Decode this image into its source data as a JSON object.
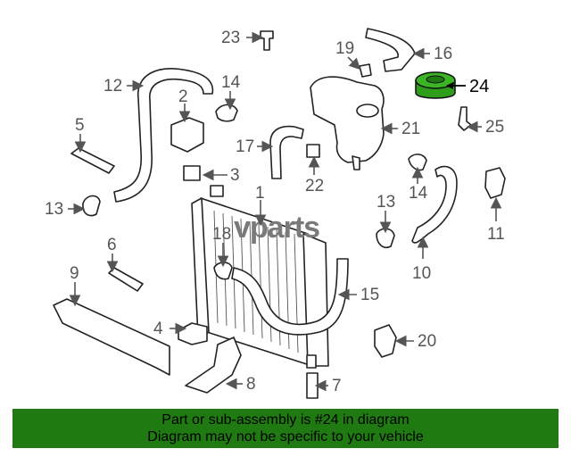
{
  "watermark": "vparts",
  "part_numbers": [
    "1",
    "2",
    "3",
    "4",
    "5",
    "6",
    "7",
    "8",
    "9",
    "10",
    "11",
    "12",
    "13",
    "13",
    "14",
    "14",
    "15",
    "16",
    "17",
    "18",
    "19",
    "20",
    "21",
    "22",
    "23",
    "24",
    "25"
  ],
  "highlighted_part": "24",
  "highlight_color": "#2e9e1a",
  "banner": {
    "line1": "Part or sub-assembly is #24 in diagram",
    "line2": "Diagram may not be specific to your vehicle",
    "background": "#1f7a12"
  }
}
